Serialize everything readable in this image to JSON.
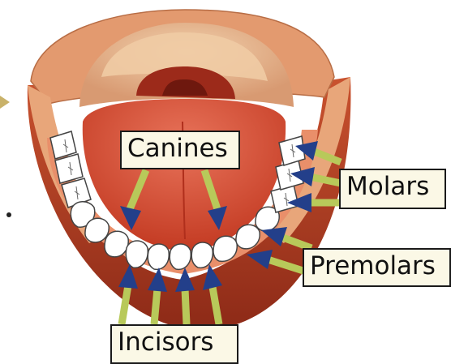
{
  "labels": {
    "canines": "Canines",
    "molars": "Molars",
    "premolars": "Premolars",
    "incisors": "Incisors"
  },
  "colors": {
    "lip": "#a7331f",
    "outer_skin": "#e8a67a",
    "palate": "#e2b189",
    "palate_top": "#ecc6a0",
    "tongue": "#d9472d",
    "tongue_light": "#e8735a",
    "teeth": "#ffffff",
    "arrow_shaft": "#b8c95a",
    "arrow_head": "#233f8a",
    "label_bg": "#fbf8e6"
  }
}
